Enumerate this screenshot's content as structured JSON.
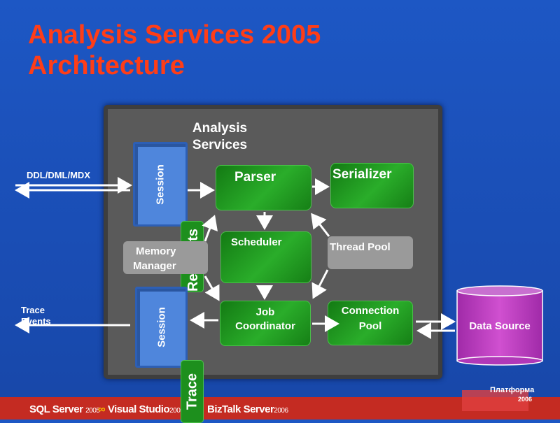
{
  "title": [
    "Analysis Services 2005",
    "Architecture"
  ],
  "diagram": {
    "container_label": "Analysis Services",
    "nodes": {
      "session_top": "Session",
      "session_bottom": "Session",
      "parser": "Parser",
      "serializer": "Serializer",
      "scheduler": "Scheduler",
      "thread_pool": "Thread Pool",
      "memory_manager": [
        "Memory",
        "Manager"
      ],
      "requests": "Requests",
      "job_coordinator": [
        "Job",
        "Coordinator"
      ],
      "connection_pool": [
        "Connection",
        "Pool"
      ],
      "data_source": "Data Source",
      "trace": "Trace"
    },
    "external_labels": {
      "ddl": "DDL/DML/MDX",
      "trace_events": "Trace Events"
    }
  },
  "footer": {
    "logos": [
      {
        "brand": "SQL Server",
        "year": "2005"
      },
      {
        "brand": "Visual Studio",
        "year": "2005"
      },
      {
        "brand": "BizTalk Server",
        "year": "2006"
      }
    ],
    "platform": {
      "name": "Платформа",
      "year": "2006"
    }
  },
  "colors": {
    "title": "#ff3d17",
    "component": "#22a022",
    "session": "#4f86dc",
    "footer": "#c42b22",
    "data_source": "#c03cc0"
  }
}
